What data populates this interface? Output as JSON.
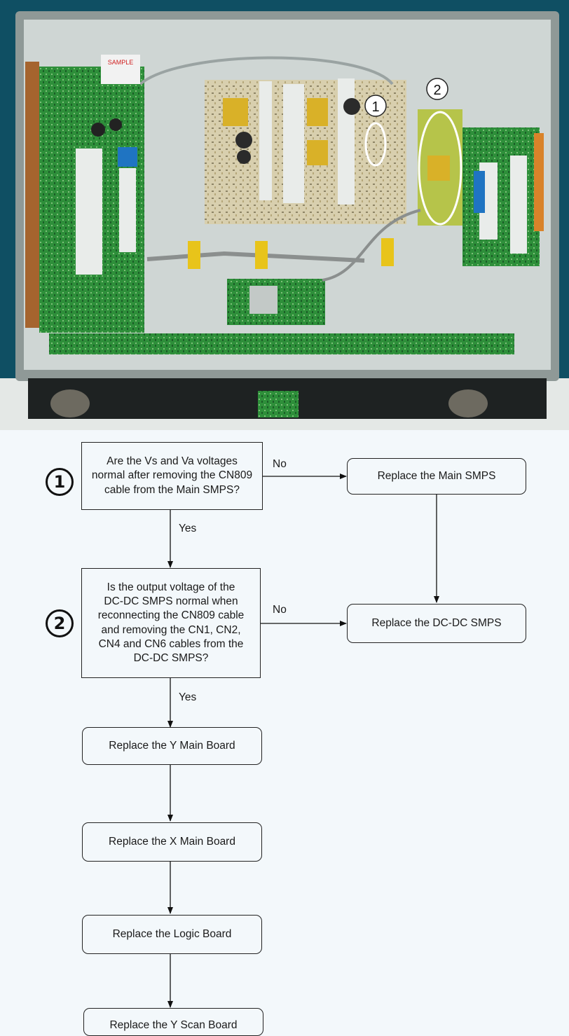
{
  "photo": {
    "sticker_label": "SAMPLE",
    "markers": [
      "1",
      "2"
    ],
    "colors": {
      "background": "#0f4f63",
      "panel": "#cfd6d4",
      "board_green": "#2e8f3a",
      "tape": "#e8c41a"
    }
  },
  "flowchart": {
    "step_markers": [
      "1",
      "2"
    ],
    "nodes": [
      {
        "id": "q1",
        "lines": [
          "Are the Vs and Va voltages",
          "normal after removing the CN809",
          "cable from the Main SMPS?"
        ]
      },
      {
        "id": "r_main_smps",
        "lines": [
          "Replace the Main SMPS"
        ]
      },
      {
        "id": "q2",
        "lines": [
          "Is the output voltage of the",
          "DC-DC SMPS normal when",
          "reconnecting the CN809 cable",
          "and removing the CN1, CN2,",
          "CN4 and CN6 cables from the",
          "DC-DC SMPS?"
        ]
      },
      {
        "id": "r_dcdc_smps",
        "lines": [
          "Replace the DC-DC SMPS"
        ]
      },
      {
        "id": "r_y_main",
        "lines": [
          "Replace the Y Main Board"
        ]
      },
      {
        "id": "r_x_main",
        "lines": [
          "Replace the X Main Board"
        ]
      },
      {
        "id": "r_logic",
        "lines": [
          "Replace the Logic Board"
        ]
      },
      {
        "id": "r_y_scan",
        "lines": [
          "Replace the Y Scan Board"
        ]
      }
    ],
    "edge_labels": {
      "q1_no": "No",
      "q1_yes": "Yes",
      "q2_no": "No",
      "q2_yes": "Yes"
    }
  }
}
